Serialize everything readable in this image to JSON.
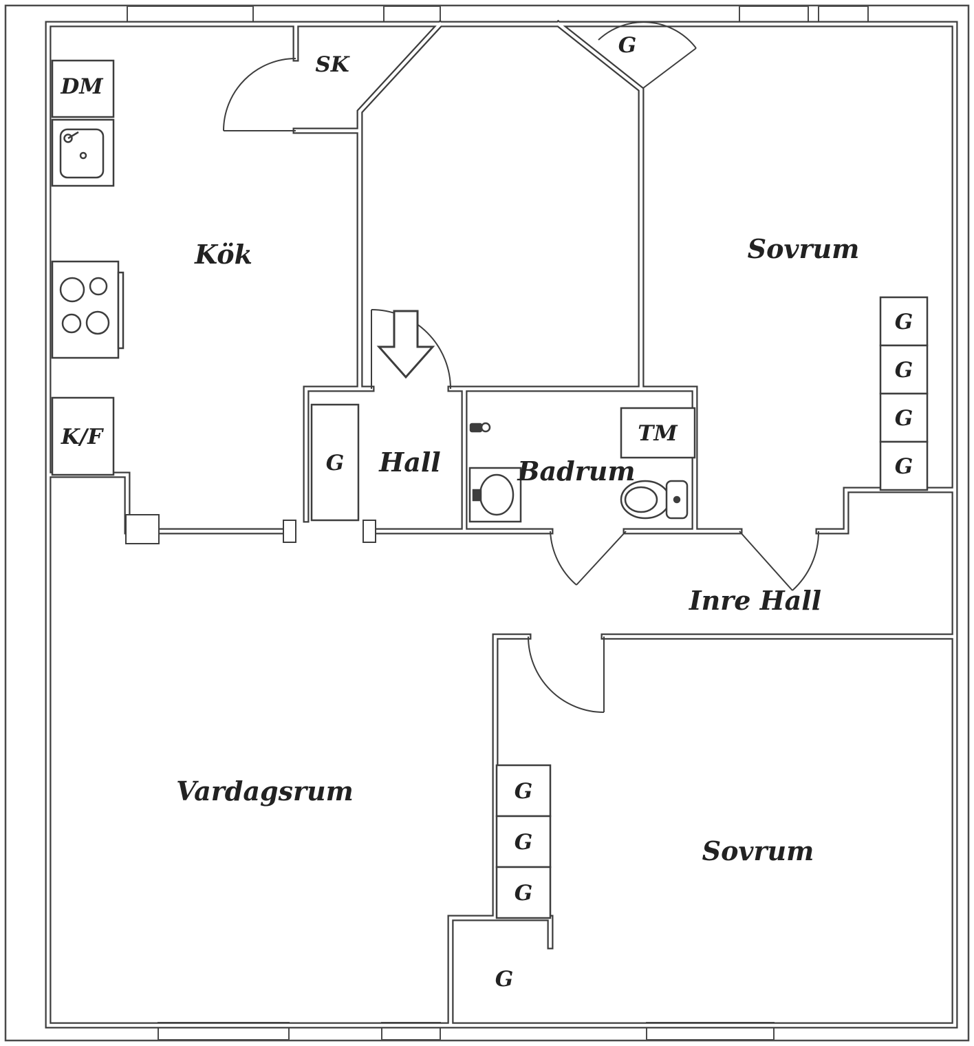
{
  "floorplan": {
    "labels": {
      "kitchen": "Kök",
      "closet_sk": "SK",
      "bedroom_top": "Sovrum",
      "dishwasher": "DM",
      "fridge_freezer": "K/F",
      "hall": "Hall",
      "bathroom": "Badrum",
      "washing_machine": "TM",
      "inner_hall": "Inre Hall",
      "living_room": "Vardagsrum",
      "bedroom_bottom": "Sovrum",
      "wardrobe": "G"
    },
    "colors": {
      "wall": "#3d3d3d",
      "text": "#222222",
      "background": "#ffffff"
    }
  }
}
